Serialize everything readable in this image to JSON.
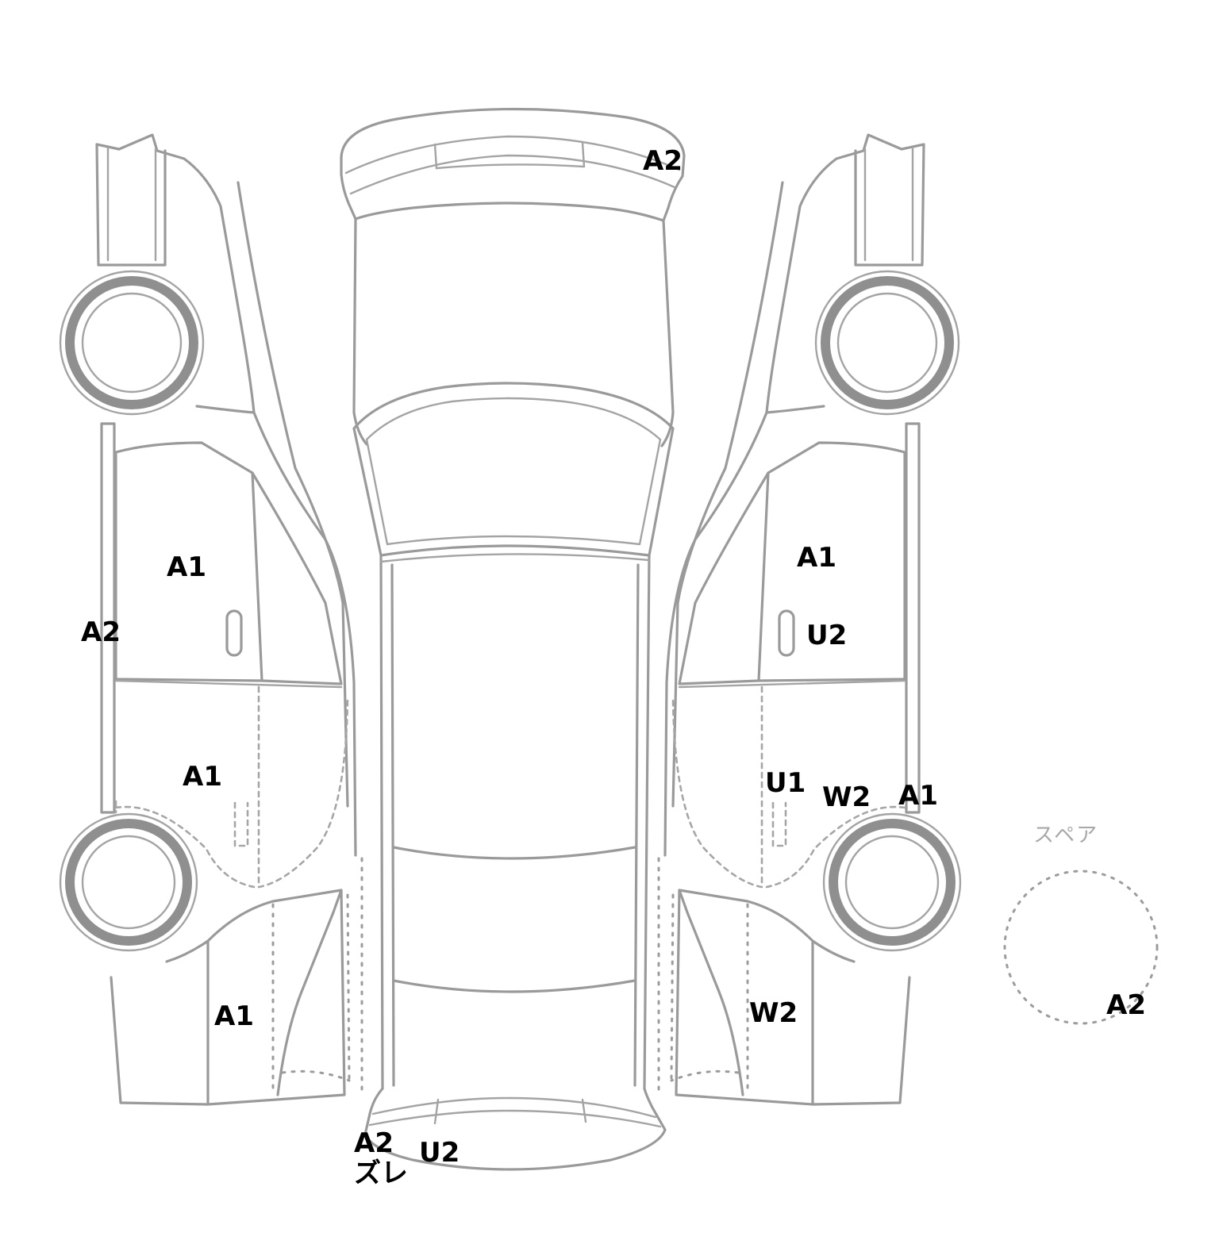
{
  "spare": {
    "label": "スペア"
  },
  "marks": {
    "rear_bumper": "A2",
    "left_front_door": "A1",
    "left_front_pillar": "A2",
    "left_rear_door": "A1",
    "left_rear_quarter": "A1",
    "front_bumper": "A2",
    "front_bumper_note": "ズレ",
    "front_bumper_2": "U2",
    "right_front_door": "A1",
    "right_front_door_2": "U2",
    "right_rear_door": "U1",
    "right_rear_wheel_arch": "W2",
    "right_rear_sill": "A1",
    "right_rear_quarter": "W2",
    "spare_tire": "A2"
  }
}
